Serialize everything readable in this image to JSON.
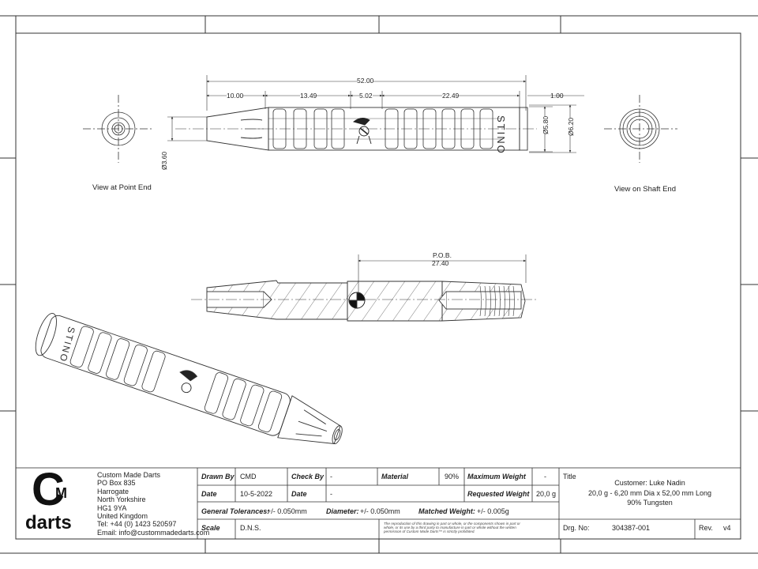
{
  "views": {
    "point_end_label": "View at Point End",
    "shaft_end_label": "View on Shaft End"
  },
  "dimensions": {
    "overall_length": "52.00",
    "seg_point": "10.00",
    "seg_front_grip": "13.49",
    "seg_logo": "5.02",
    "seg_rear_grip": "22.49",
    "seg_shaft": "1.00",
    "dia_shaft_inner": "Ø5.80",
    "dia_max": "Ø6.20",
    "dia_point": "Ø3.60",
    "pob_label": "P.O.B.",
    "pob_value": "27.40"
  },
  "engraving": "STINO",
  "company": {
    "logo_c": "C",
    "logo_m": "M",
    "logo_word": "darts",
    "name": "Custom Made Darts",
    "address_lines": [
      "PO Box 835",
      "Harrogate",
      "North Yorkshire",
      "HG1 9YA",
      "United Kingdom"
    ],
    "tel": "Tel: +44 (0) 1423 520597",
    "email": "Email: info@custommadedarts.com"
  },
  "title_block": {
    "drawn_by_label": "Drawn By",
    "drawn_by": "CMD",
    "check_by_label": "Check By",
    "check_by": "-",
    "material_label": "Material",
    "material": "90%",
    "max_weight_label": "Maximum Weight",
    "max_weight": "-",
    "date_label": "Date",
    "date": "10-5-2022",
    "date2_label": "Date",
    "date2": "-",
    "requested_weight_label": "Requested Weight",
    "requested_weight": "20,0 g",
    "general_tol_label": "General Tolerances:",
    "general_tol": "+/- 0.050mm",
    "diameter_label": "Diameter:",
    "diameter": "+/- 0.050mm",
    "matched_weight_label": "Matched Weight:",
    "matched_weight": "+/- 0.005g",
    "scale_label": "Scale",
    "scale": "D.N.S.",
    "copyright": "The reproduction of this drawing in part or whole, or the components shown in part or whole, or its use by a third party to manufacture in part or whole without the written permission of Custom Made Darts™ is strictly prohibited.",
    "title_label": "Title",
    "title_line1": "Customer: Luke Nadin",
    "title_line2": "20,0 g - 6,20  mm Dia x 52,00  mm Long",
    "title_line3": "90% Tungsten",
    "drg_label": "Drg. No:",
    "drg_no": "304387-001",
    "rev_label": "Rev.",
    "rev": "v4"
  }
}
